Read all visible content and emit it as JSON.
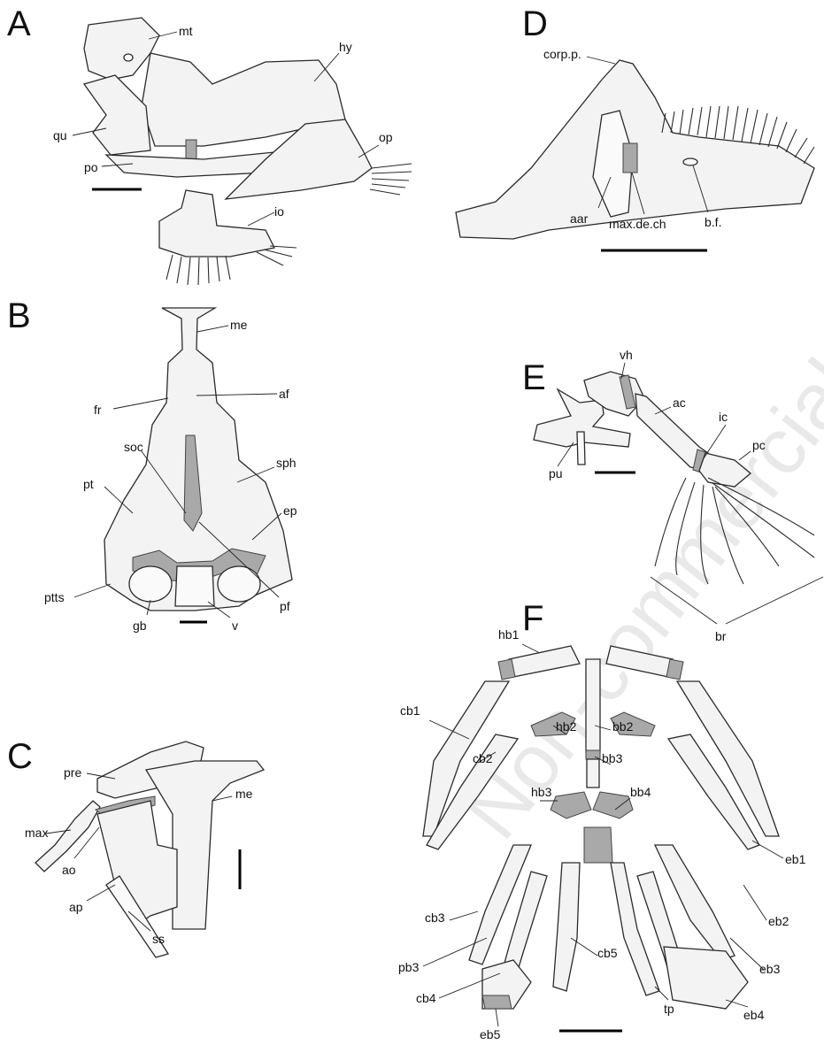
{
  "watermark": "Non-commercial use only",
  "panels": {
    "A": {
      "letter": "A",
      "labels": {
        "mt": "mt",
        "hy": "hy",
        "qu": "qu",
        "po": "po",
        "op": "op",
        "io": "io"
      }
    },
    "B": {
      "letter": "B",
      "labels": {
        "me": "me",
        "fr": "fr",
        "af": "af",
        "soc": "soc",
        "sph": "sph",
        "pt": "pt",
        "ep": "ep",
        "ptts": "ptts",
        "gb": "gb",
        "v": "v",
        "pf": "pf"
      }
    },
    "C": {
      "letter": "C",
      "labels": {
        "pre": "pre",
        "me": "me",
        "max": "max",
        "ao": "ao",
        "ap": "ap",
        "ss": "ss"
      }
    },
    "D": {
      "letter": "D",
      "labels": {
        "corp_p": "corp.p.",
        "aar": "aar",
        "max_de_ch": "max.de.ch",
        "b_f": "b.f."
      }
    },
    "E": {
      "letter": "E",
      "labels": {
        "vh": "vh",
        "ac": "ac",
        "ic": "ic",
        "pc": "pc",
        "pu": "pu",
        "br": "br"
      }
    },
    "F": {
      "letter": "F",
      "labels": {
        "hb1": "hb1",
        "cb1": "cb1",
        "hb2": "hb2",
        "bb2": "bb2",
        "cb2": "cb2",
        "bb3": "bb3",
        "hb3": "hb3",
        "bb4": "bb4",
        "eb1": "eb1",
        "eb2": "eb2",
        "cb3": "cb3",
        "eb3": "eb3",
        "cb5": "cb5",
        "pb3": "pb3",
        "cb4": "cb4",
        "tp": "tp",
        "eb4": "eb4",
        "eb5": "eb5"
      }
    }
  }
}
